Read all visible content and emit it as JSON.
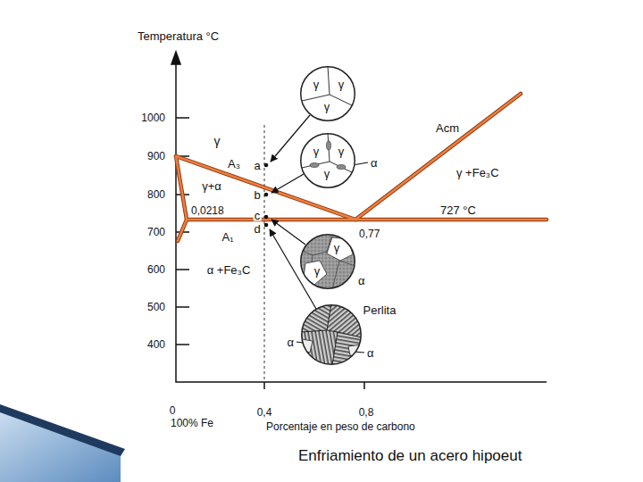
{
  "diagram": {
    "caption": "Enfriamiento de un acero hipoeut",
    "nodes": [
      {
        "text": [
          "γ",
          "γ",
          "γ"
        ]
      },
      {
        "text": [
          "γ",
          "γ",
          "γ"
        ]
      },
      {
        "text": [
          "γ",
          "γ"
        ]
      },
      {
        "text": [
          "Perlita"
        ]
      }
    ],
    "labels": [
      "Temperatura °C",
      "1000",
      "900",
      "800",
      "700",
      "600",
      "500",
      "400",
      "γ",
      "A₃",
      "a",
      "γ+α",
      "b",
      "0,0218",
      "c",
      "d",
      "A₁",
      "α +Fe₃C",
      "0,77",
      "727 °C",
      "Acm",
      "γ +Fe₃C",
      "α",
      "α",
      "α",
      "α",
      "0",
      "100% Fe",
      "0,4",
      "0,8",
      "Porcentaje en peso de carbono"
    ]
  }
}
